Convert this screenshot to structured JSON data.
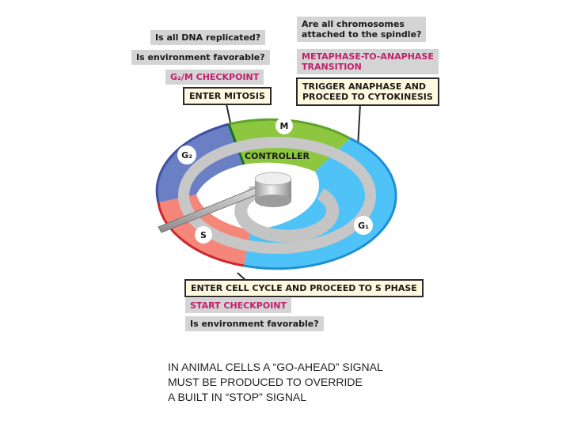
{
  "top_left": {
    "q_dna": "Is all DNA replicated?",
    "q_env": "Is environment favorable?",
    "g2m_checkpoint": "G₂/M CHECKPOINT",
    "enter_mitosis": "ENTER MITOSIS"
  },
  "top_right": {
    "q_chrom_1": "Are all chromosomes",
    "q_chrom_2": "attached to the spindle?",
    "transition_1": "METAPHASE-TO-ANAPHASE",
    "transition_2": "TRANSITION",
    "trigger_1": "TRIGGER ANAPHASE AND",
    "trigger_2": "PROCEED TO CYTOKINESIS"
  },
  "cycle": {
    "m": "M",
    "g2": "G₂",
    "s": "S",
    "g1": "G₁",
    "controller": "CONTROLLER"
  },
  "bottom": {
    "enter_cycle": "ENTER CELL CYCLE AND PROCEED TO S PHASE",
    "start_checkpoint": "START CHECKPOINT",
    "q_env": "Is environment favorable?"
  },
  "caption": {
    "line1": "IN ANIMAL CELLS A “GO-AHEAD” SIGNAL",
    "line2": "MUST BE PRODUCED TO OVERRIDE",
    "line3": "A BUILT IN “STOP” SIGNAL"
  },
  "colors": {
    "m_phase": "#8dc63f",
    "g1_phase": "#4fc3f7",
    "s_phase": "#f4877a",
    "g2_phase": "#6a7fc4",
    "inner_ring": "#c7c7c7",
    "checkpoint_text": "#c0206a"
  }
}
